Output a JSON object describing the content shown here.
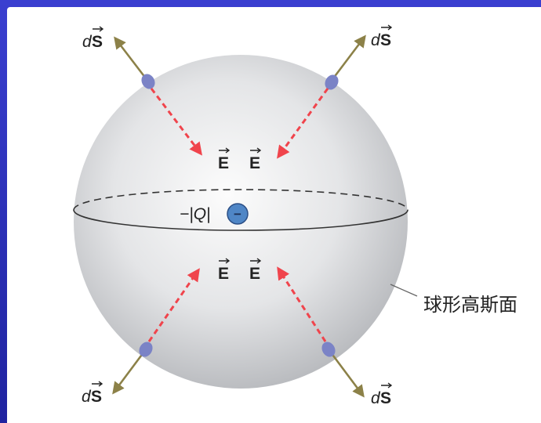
{
  "labels": {
    "ds_prefix": "d",
    "ds_vector": "S",
    "field_vector": "E",
    "charge": "−|Q|",
    "charge_sign": "−",
    "surface_label": "球形高斯面"
  },
  "colors": {
    "sphere_light": "#fbfbfb",
    "sphere_dark": "#b6b8bc",
    "normal_arrow": "#8c8148",
    "field_arrow": "#f0444c",
    "area_patch": "#7b83c6",
    "charge_fill": "#4f86c6",
    "frame": "#2a2fb0"
  }
}
